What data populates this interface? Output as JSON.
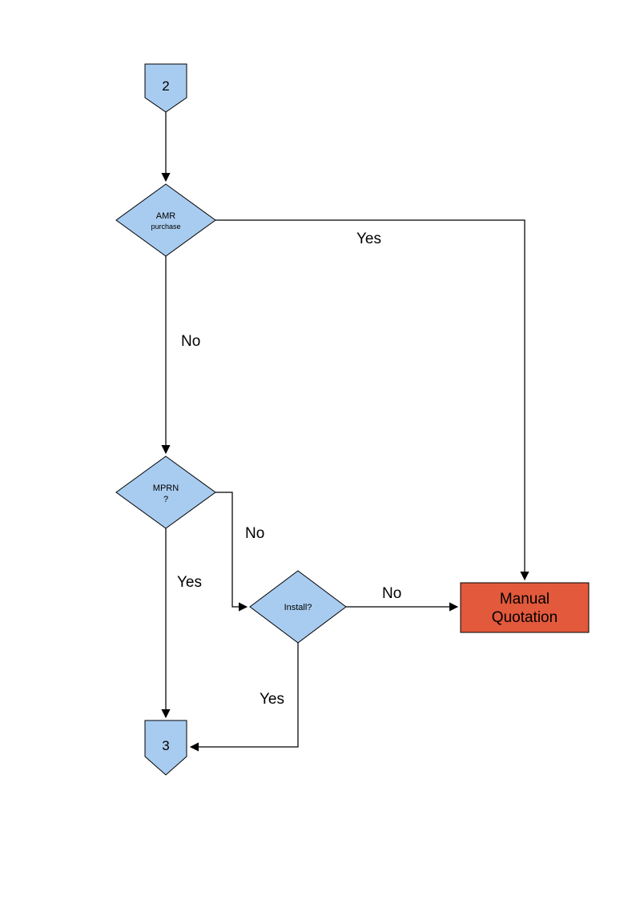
{
  "page": {
    "background": "#ffffff"
  },
  "colors": {
    "node_fill": "#A8CCF0",
    "node_stroke": "#000000",
    "alert_fill": "#E2593C",
    "line_color": "#000000"
  },
  "nodes": {
    "connector_2": {
      "label": "2"
    },
    "amr": {
      "line1": "AMR",
      "line2": "purchase"
    },
    "mprn": {
      "line1": "MPRN",
      "line2": "?"
    },
    "install": {
      "label": "Install?"
    },
    "manual_quotation": {
      "line1": "Manual",
      "line2": "Quotation"
    },
    "connector_3": {
      "label": "3"
    }
  },
  "edges": {
    "amr_yes": "Yes",
    "amr_no": "No",
    "mprn_no": "No",
    "mprn_yes": "Yes",
    "install_no": "No",
    "install_yes": "Yes"
  }
}
